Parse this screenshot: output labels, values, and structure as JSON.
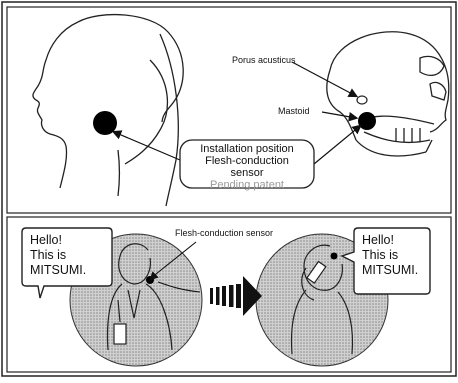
{
  "top": {
    "porus_label": "Porus acusticus",
    "mastoid_label": "Mastoid",
    "install_lines": [
      "Installation position",
      "Flesh-conduction",
      "sensor"
    ],
    "patent_text": "Pending patent"
  },
  "bottom": {
    "sensor_label": "Flesh-conduction sensor",
    "left_bubble": [
      "Hello!",
      "This is",
      "MITSUMI."
    ],
    "right_bubble": [
      "Hello!",
      "This is",
      "MITSUMI."
    ]
  },
  "colors": {
    "line": "#111111",
    "sensor_fill": "#000000",
    "circle_fill": "#bdbdbd"
  }
}
